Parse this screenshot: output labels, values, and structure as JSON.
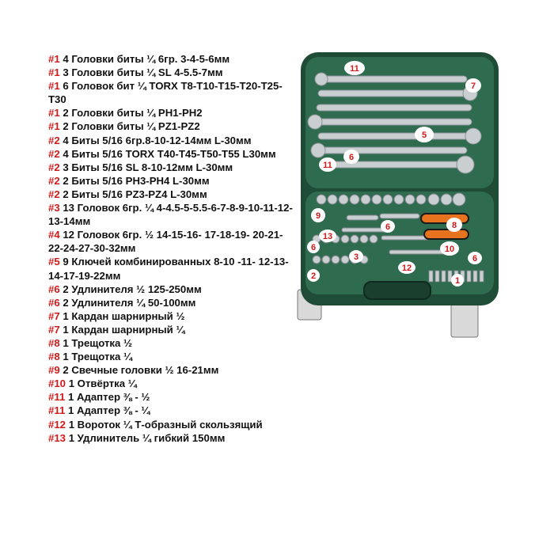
{
  "colors": {
    "number": "#d11a1a",
    "text": "#111111",
    "case_green": "#2f6b4e",
    "case_dark": "#1f4c37",
    "orange": "#e8731e",
    "chrome": "#c9ced1"
  },
  "items": [
    {
      "num": "#1",
      "text": "4 Головки биты ¼ 6гр. 3-4-5-6мм"
    },
    {
      "num": "#1",
      "text": "3 Головки биты ¼ SL 4-5.5-7мм"
    },
    {
      "num": "#1",
      "text": "6 Головок бит ¼ TORX T8-T10-T15-T20-T25-T30"
    },
    {
      "num": "#1",
      "text": "2 Головки биты ¼ PH1-PH2"
    },
    {
      "num": "#1",
      "text": "2 Головки биты ¼ PZ1-PZ2"
    },
    {
      "num": "#2",
      "text": "4 Биты 5/16 6гр.8-10-12-14мм L-30мм"
    },
    {
      "num": "#2",
      "text": "4 Биты 5/16 TORX T40-T45-T50-T55 L30мм"
    },
    {
      "num": "#2",
      "text": "3 Биты 5/16 SL 8-10-12мм L-30мм"
    },
    {
      "num": "#2",
      "text": "2 Биты 5/16 PH3-PH4 L-30мм"
    },
    {
      "num": "#2",
      "text": "2 Биты 5/16 PZ3-PZ4 L-30мм"
    },
    {
      "num": "#3",
      "text": "13 Головок 6гр. ¼ 4-4.5-5-5.5-6-7-8-9-10-11-12-13-14мм"
    },
    {
      "num": "#4",
      "text": "12 Головок 6гр. ½ 14-15-16- 17-18-19- 20-21-22-24-27-30-32мм"
    },
    {
      "num": "#5",
      "text": "9 Ключей комбинированных 8-10 -11- 12-13-14-17-19-22мм"
    },
    {
      "num": "#6",
      "text": "2 Удлинителя ½ 125-250мм"
    },
    {
      "num": "#6",
      "text": "2 Удлинителя ¼ 50-100мм"
    },
    {
      "num": "#7",
      "text": "1 Кардан шарнирный ½"
    },
    {
      "num": "#7",
      "text": "1 Кардан шарнирный ¼"
    },
    {
      "num": "#8",
      "text": "1 Трещотка ½"
    },
    {
      "num": "#8",
      "text": "1 Трещотка ¼"
    },
    {
      "num": "#9",
      "text": "2 Свечные головки ½ 16-21мм"
    },
    {
      "num": "#10",
      "text": "1 Отвёртка ¼"
    },
    {
      "num": "#11",
      "text": "1 Адаптер ⅜ - ½"
    },
    {
      "num": "#11",
      "text": "1 Адаптер ⅜ - ¼"
    },
    {
      "num": "#12",
      "text": "1 Вороток ¼ Т-образный скользящий"
    },
    {
      "num": "#13",
      "text": "1 Удлинитель ¼ гибкий 150мм"
    }
  ],
  "labels": [
    "11",
    "7",
    "5",
    "6",
    "11",
    "9",
    "6",
    "8",
    "10",
    "6",
    "6",
    "13",
    "3",
    "12",
    "2",
    "1"
  ]
}
